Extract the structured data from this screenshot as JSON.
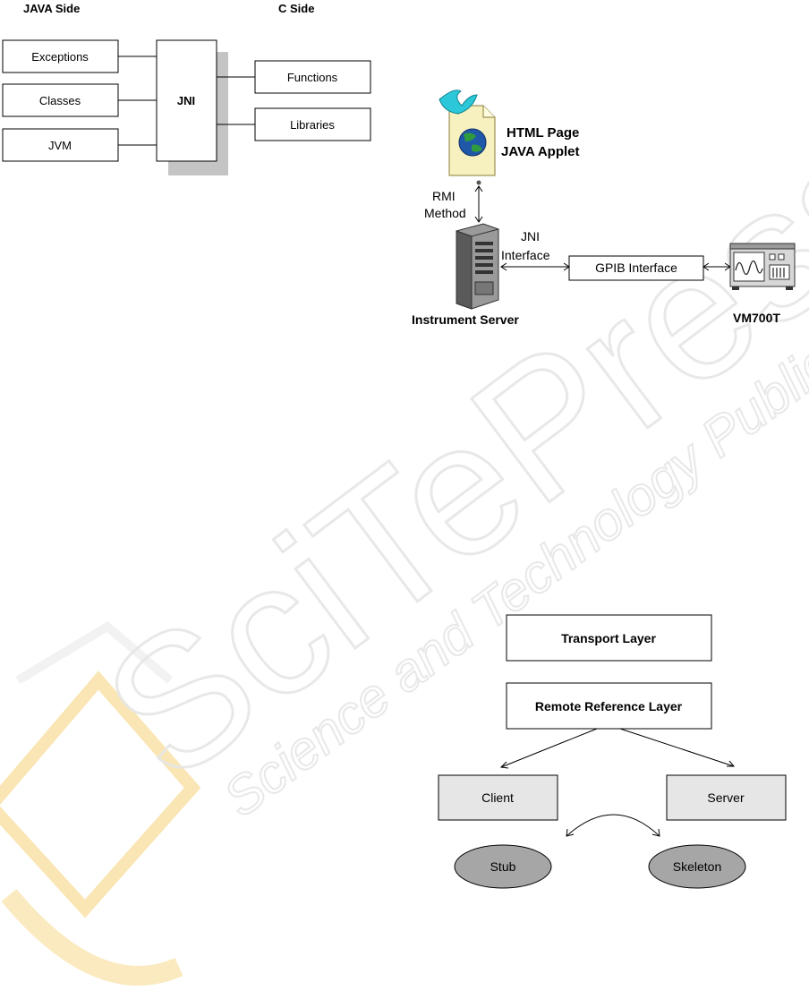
{
  "jni_diagram": {
    "java_header": "JAVA Side",
    "c_header": "C Side",
    "center_label": "JNI",
    "java_items": [
      "Exceptions",
      "Classes",
      "JVM"
    ],
    "c_items": [
      "Functions",
      "Libraries"
    ]
  },
  "arch_diagram": {
    "html_page": "HTML Page",
    "java_applet": "JAVA Applet",
    "rmi_line1": "RMI",
    "rmi_line2": "Method",
    "jni_line1": "JNI",
    "jni_line2": "Interface",
    "gpib": "GPIB Interface",
    "server": "Instrument Server",
    "device": "VM700T"
  },
  "rmi_layers": {
    "transport": "Transport Layer",
    "remote_ref": "Remote Reference Layer",
    "client": "Client",
    "server": "Server",
    "stub": "Stub",
    "skeleton": "Skeleton"
  },
  "watermark": {
    "brand": "SciTePress",
    "tagline": "Science and Technology Publications"
  },
  "colors": {
    "watermark_gray": "#e9e9e9",
    "watermark_orange": "#f7d88c",
    "box_fill_gray": "#e6e6e6",
    "ellipse_fill": "#a6a6a6",
    "page_yellow": "#f7f1c0",
    "cyan": "#2cc7d8",
    "globe_blue": "#1f58a8",
    "globe_green": "#2f9a3e"
  }
}
